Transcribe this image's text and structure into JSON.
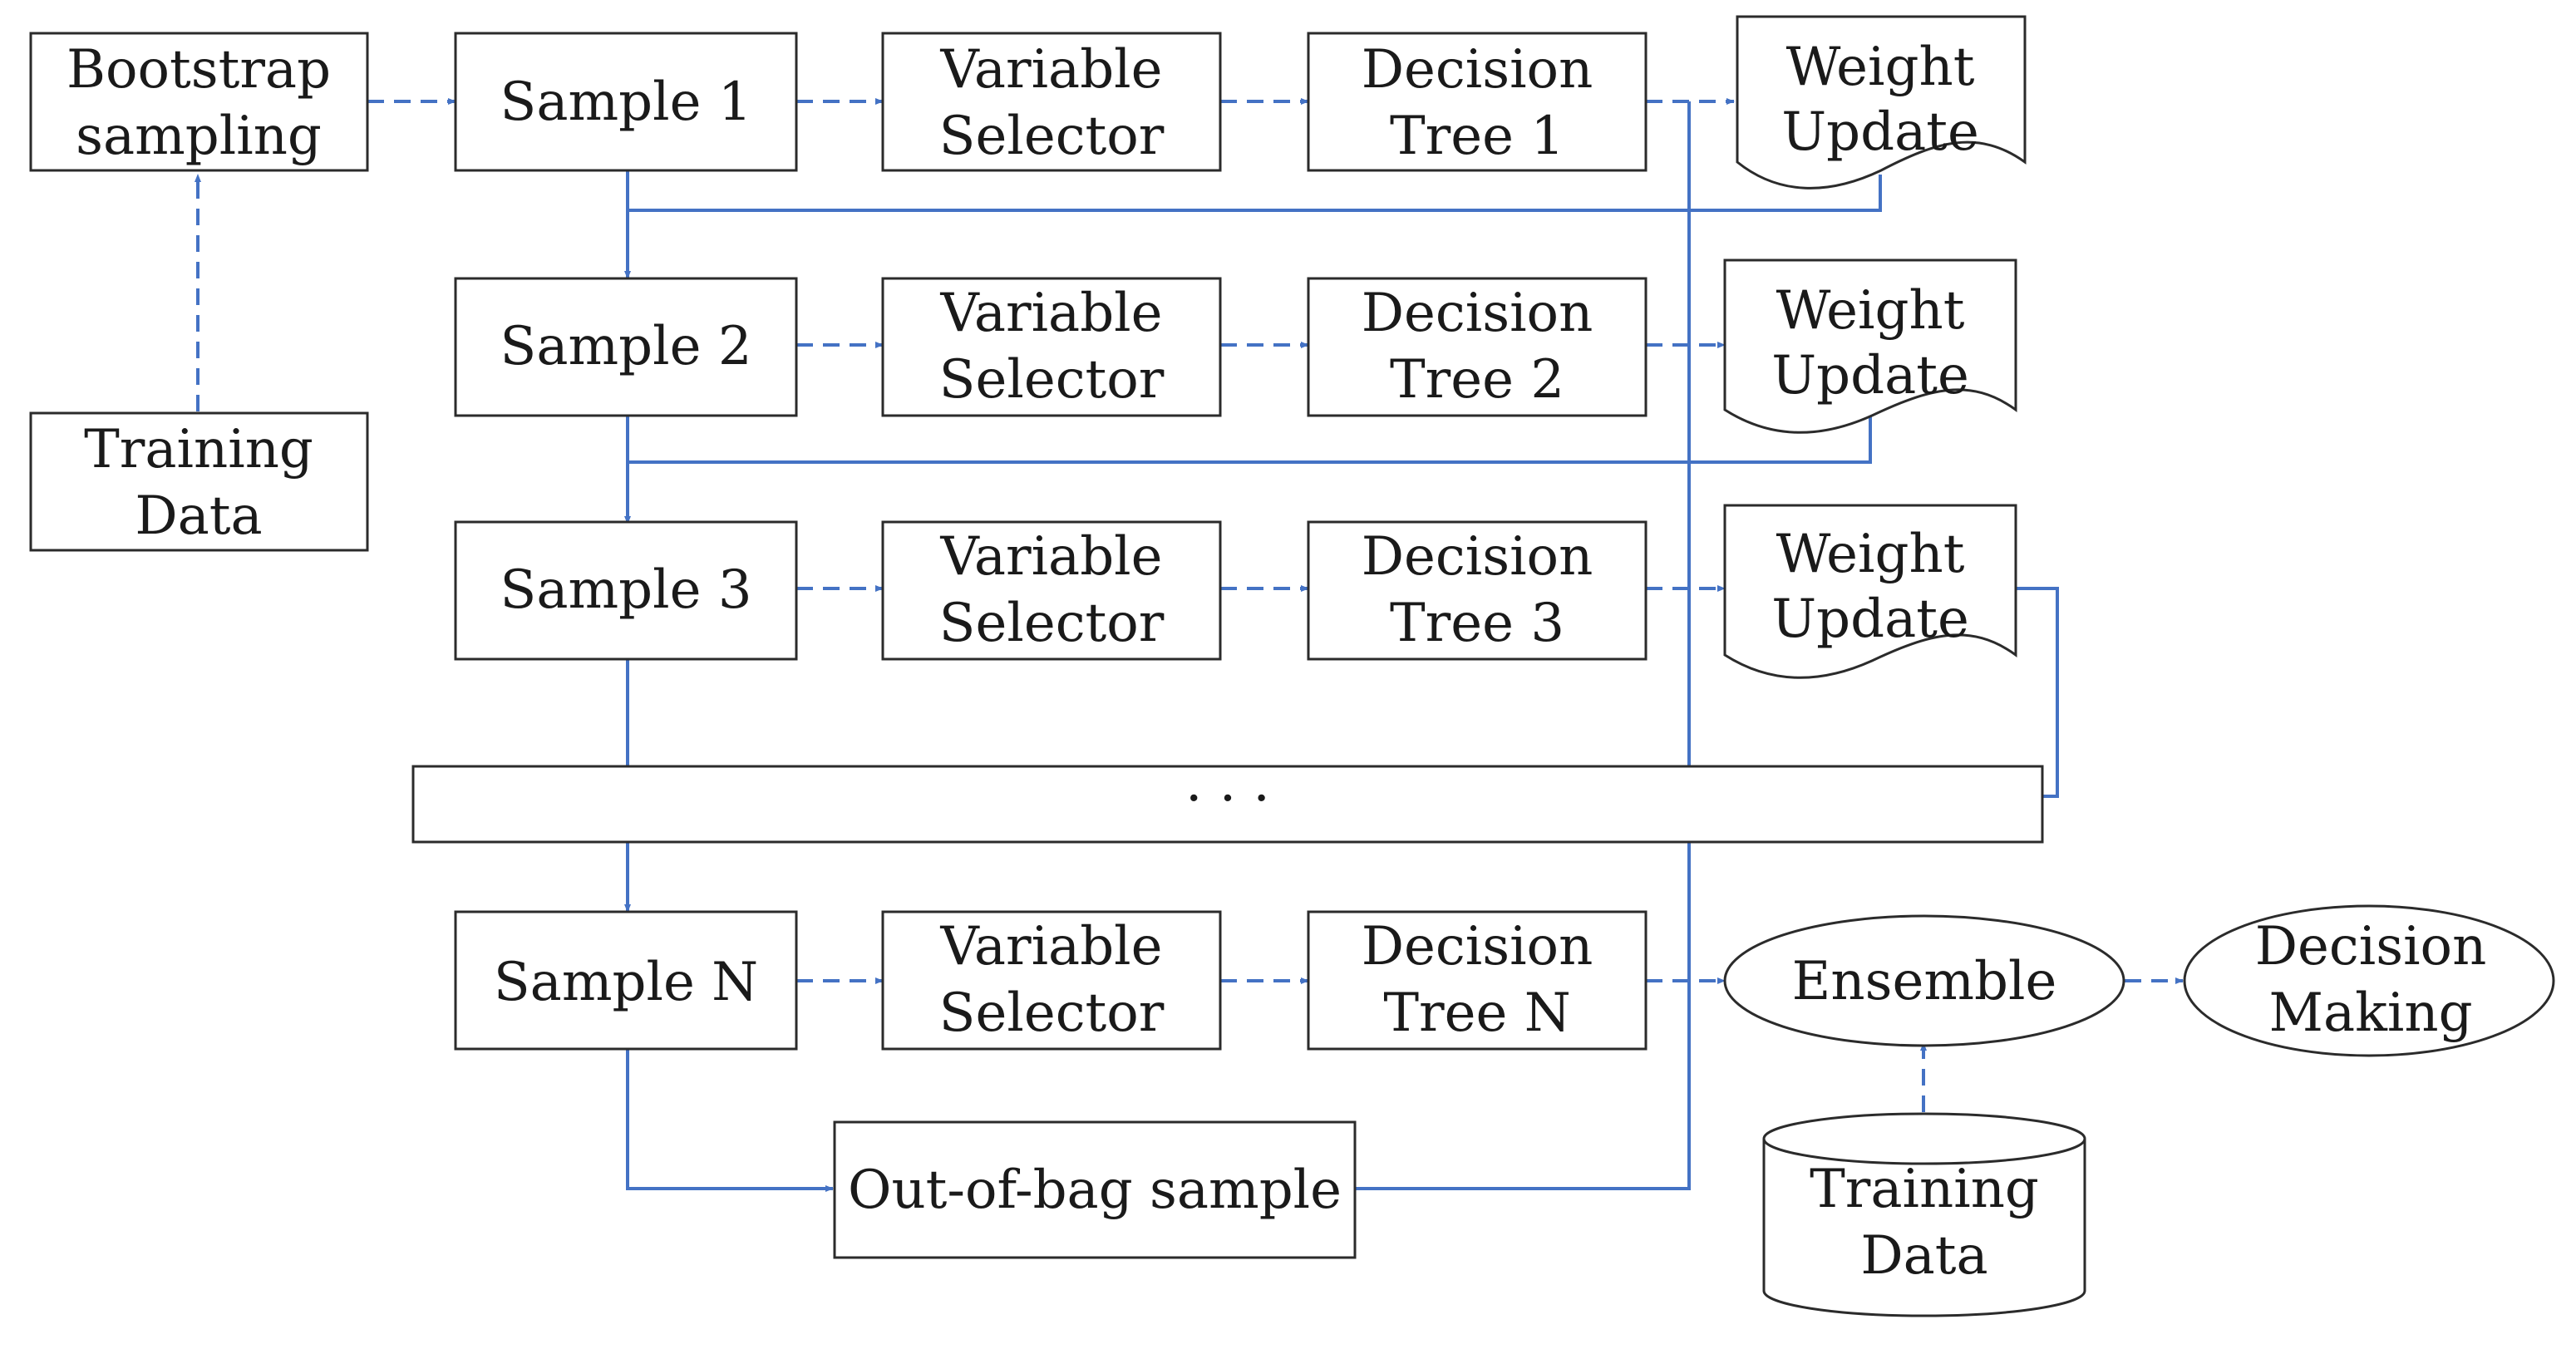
{
  "colors": {
    "arrow": "#4472C4",
    "outline": "#2b2b2b",
    "text": "#1a1a1a"
  },
  "nodes": {
    "bootstrap": [
      "Bootstrap",
      "sampling"
    ],
    "training_left": [
      "Training",
      "Data"
    ],
    "sample1": [
      "Sample 1"
    ],
    "sample2": [
      "Sample 2"
    ],
    "sample3": [
      "Sample 3"
    ],
    "sampleN": [
      "Sample N"
    ],
    "varsel": [
      "Variable",
      "Selector"
    ],
    "tree1": [
      "Decision",
      "Tree 1"
    ],
    "tree2": [
      "Decision",
      "Tree 2"
    ],
    "tree3": [
      "Decision",
      "Tree 3"
    ],
    "treeN": [
      "Decision",
      "Tree N"
    ],
    "weight_update": [
      "Weight",
      "Update"
    ],
    "ellipsis": [
      "· · ·"
    ],
    "ensemble": [
      "Ensemble"
    ],
    "decision_making": [
      "Decision",
      "Making"
    ],
    "oob": [
      "Out-of-bag sample"
    ],
    "training_db": [
      "Training",
      "Data"
    ]
  }
}
